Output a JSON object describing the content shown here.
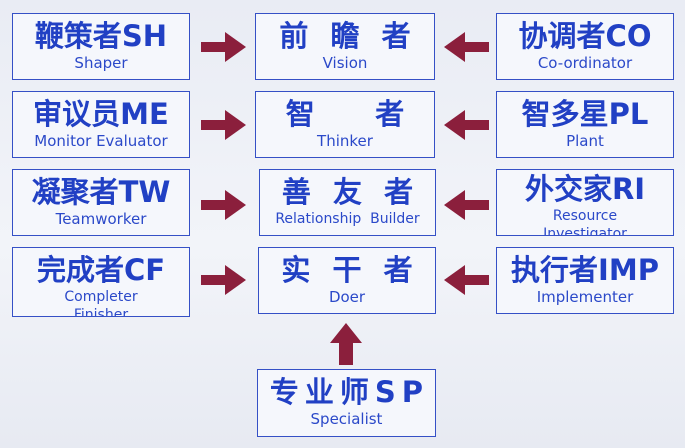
{
  "left": [
    {
      "cn": "鞭策者SH",
      "en": [
        "Shaper"
      ]
    },
    {
      "cn": "审议员ME",
      "en": [
        "Monitor Evaluator"
      ]
    },
    {
      "cn": "凝聚者TW",
      "en": [
        "Teamworker"
      ]
    },
    {
      "cn": "完成者CF",
      "en": [
        "Completer",
        "Finisher"
      ]
    }
  ],
  "center": [
    {
      "cn": "前 瞻 者",
      "en": [
        "Vision"
      ]
    },
    {
      "cn": "智      者",
      "en": [
        "Thinker"
      ]
    },
    {
      "cn": "善 友 者",
      "en": [
        "Relationship  Builder"
      ]
    },
    {
      "cn": "实 干 者",
      "en": [
        "Doer"
      ]
    }
  ],
  "right": [
    {
      "cn": "协调者CO",
      "en": [
        "Co-ordinator"
      ]
    },
    {
      "cn": "智多星PL",
      "en": [
        "Plant"
      ]
    },
    {
      "cn": "外交家RI",
      "en": [
        "Resource",
        "Investigator"
      ]
    },
    {
      "cn": "执行者IMP",
      "en": [
        "Implementer"
      ]
    }
  ],
  "bottom": {
    "cn": "专业师SP",
    "en": [
      "Specialist"
    ]
  },
  "colors": {
    "box_border": "#3550c6",
    "text": "#2140c4",
    "arrow": "#8b1f3c"
  }
}
